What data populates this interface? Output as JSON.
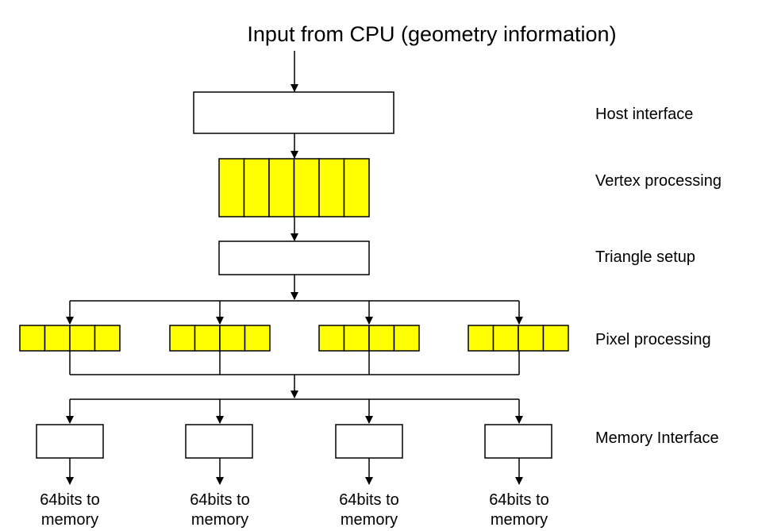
{
  "title": "Input from CPU (geometry information)",
  "stages": {
    "host": "Host interface",
    "vertex": "Vertex processing",
    "triangle": "Triangle setup",
    "pixel": "Pixel processing",
    "memory": "Memory Interface"
  },
  "outputs": [
    {
      "line1": "64bits to",
      "line2": "memory"
    },
    {
      "line1": "64bits to",
      "line2": "memory"
    },
    {
      "line1": "64bits to",
      "line2": "memory"
    },
    {
      "line1": "64bits to",
      "line2": "memory"
    }
  ],
  "vertex_units": 6,
  "pixel_groups": 4,
  "pixel_units_per_group": 4,
  "memory_channels": 4,
  "colors": {
    "unit_fill": "#ffff00",
    "box_fill": "#ffffff",
    "stroke": "#000000"
  }
}
